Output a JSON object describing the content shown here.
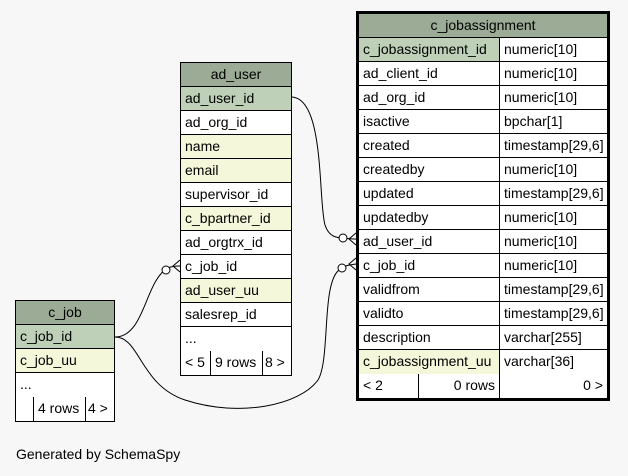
{
  "ad_user": {
    "title": "ad_user",
    "columns": [
      {
        "name": "ad_user_id",
        "kind": "pk"
      },
      {
        "name": "ad_org_id",
        "kind": "plain"
      },
      {
        "name": "name",
        "kind": "fk"
      },
      {
        "name": "email",
        "kind": "fk"
      },
      {
        "name": "supervisor_id",
        "kind": "plain"
      },
      {
        "name": "c_bpartner_id",
        "kind": "fk"
      },
      {
        "name": "ad_orgtrx_id",
        "kind": "plain"
      },
      {
        "name": "c_job_id",
        "kind": "plain"
      },
      {
        "name": "ad_user_uu",
        "kind": "fk"
      },
      {
        "name": "salesrep_id",
        "kind": "plain"
      },
      {
        "name": "...",
        "kind": "plain"
      }
    ],
    "footer": {
      "left": "< 5",
      "middle": "9 rows",
      "right": "8 >"
    }
  },
  "c_job": {
    "title": "c_job",
    "columns": [
      {
        "name": "c_job_id",
        "kind": "pk"
      },
      {
        "name": "c_job_uu",
        "kind": "fk"
      },
      {
        "name": "...",
        "kind": "plain"
      }
    ],
    "footer": {
      "left": "",
      "middle": "4 rows",
      "right": "4 >"
    }
  },
  "c_jobassignment": {
    "title": "c_jobassignment",
    "columns": [
      {
        "name": "c_jobassignment_id",
        "type": "numeric[10]",
        "kind": "pk"
      },
      {
        "name": "ad_client_id",
        "type": "numeric[10]",
        "kind": "plain"
      },
      {
        "name": "ad_org_id",
        "type": "numeric[10]",
        "kind": "plain"
      },
      {
        "name": "isactive",
        "type": "bpchar[1]",
        "kind": "plain"
      },
      {
        "name": "created",
        "type": "timestamp[29,6]",
        "kind": "plain"
      },
      {
        "name": "createdby",
        "type": "numeric[10]",
        "kind": "plain"
      },
      {
        "name": "updated",
        "type": "timestamp[29,6]",
        "kind": "plain"
      },
      {
        "name": "updatedby",
        "type": "numeric[10]",
        "kind": "plain"
      },
      {
        "name": "ad_user_id",
        "type": "numeric[10]",
        "kind": "plain"
      },
      {
        "name": "c_job_id",
        "type": "numeric[10]",
        "kind": "plain"
      },
      {
        "name": "validfrom",
        "type": "timestamp[29,6]",
        "kind": "plain"
      },
      {
        "name": "validto",
        "type": "timestamp[29,6]",
        "kind": "plain"
      },
      {
        "name": "description",
        "type": "varchar[255]",
        "kind": "plain"
      },
      {
        "name": "c_jobassignment_uu",
        "type": "varchar[36]",
        "kind": "fk"
      }
    ],
    "footer": {
      "left": "< 2",
      "middle": "0 rows",
      "right": "0 >"
    }
  },
  "colors": {
    "header": "#9bab96",
    "pk": "#bed1b8",
    "fk": "#f4f7da",
    "background": "#f7f7f7"
  },
  "credit": "Generated by SchemaSpy"
}
